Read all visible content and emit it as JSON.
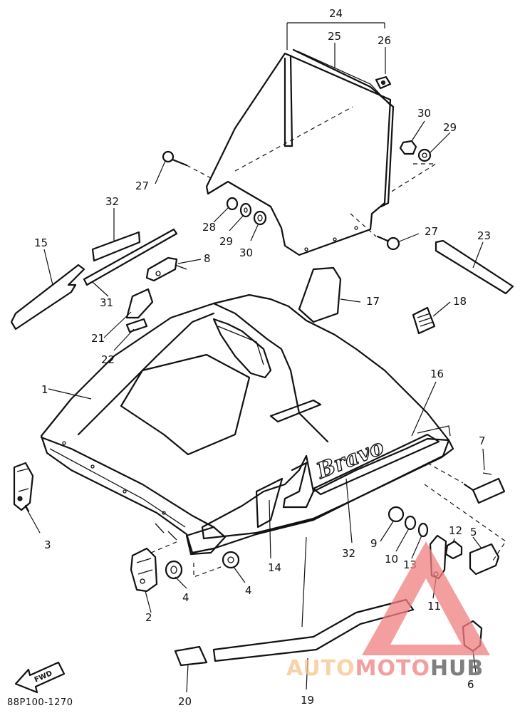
{
  "diagram": {
    "drawing_code": "88P100-1270",
    "labels": [
      {
        "id": "24",
        "text": "24"
      },
      {
        "id": "25",
        "text": "25"
      },
      {
        "id": "26",
        "text": "26"
      },
      {
        "id": "30a",
        "text": "30"
      },
      {
        "id": "29a",
        "text": "29"
      },
      {
        "id": "27a",
        "text": "27"
      },
      {
        "id": "32a",
        "text": "32"
      },
      {
        "id": "28",
        "text": "28"
      },
      {
        "id": "29b",
        "text": "29"
      },
      {
        "id": "30b",
        "text": "30"
      },
      {
        "id": "27b",
        "text": "27"
      },
      {
        "id": "23",
        "text": "23"
      },
      {
        "id": "15",
        "text": "15"
      },
      {
        "id": "8",
        "text": "8"
      },
      {
        "id": "31",
        "text": "31"
      },
      {
        "id": "17",
        "text": "17"
      },
      {
        "id": "18",
        "text": "18"
      },
      {
        "id": "21",
        "text": "21"
      },
      {
        "id": "22",
        "text": "22"
      },
      {
        "id": "16",
        "text": "16"
      },
      {
        "id": "1",
        "text": "1"
      },
      {
        "id": "7",
        "text": "7"
      },
      {
        "id": "3",
        "text": "3"
      },
      {
        "id": "9",
        "text": "9"
      },
      {
        "id": "12",
        "text": "12"
      },
      {
        "id": "5",
        "text": "5"
      },
      {
        "id": "10",
        "text": "10"
      },
      {
        "id": "13",
        "text": "13"
      },
      {
        "id": "32b",
        "text": "32"
      },
      {
        "id": "14",
        "text": "14"
      },
      {
        "id": "4a",
        "text": "4"
      },
      {
        "id": "4b",
        "text": "4"
      },
      {
        "id": "11",
        "text": "11"
      },
      {
        "id": "2",
        "text": "2"
      },
      {
        "id": "6",
        "text": "6"
      },
      {
        "id": "20",
        "text": "20"
      },
      {
        "id": "19",
        "text": "19"
      }
    ],
    "hood_decal_text": "Bravo",
    "fwd_arrow_text": "FWD"
  },
  "watermark": {
    "part1": "AUTO",
    "part2": "MOTO",
    "part3": "HUB",
    "color_primary": "#f08080",
    "color_secondary": "#f5c58a",
    "color_dark": "#555555"
  }
}
